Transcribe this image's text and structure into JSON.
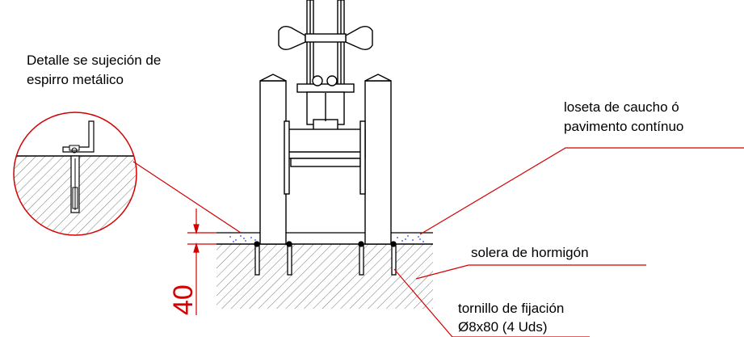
{
  "detail_title_line1": "Detalle se sujeción de",
  "detail_title_line2": "espirro metálico",
  "rubber_label_line1": "loseta de caucho ó",
  "rubber_label_line2": "pavimento contínuo",
  "concrete_label": "solera de hormigón",
  "screw_label_line1": "tornillo de fijación",
  "screw_label_line2": "Ø8x80 (4 Uds)",
  "dimension_value": "40",
  "colors": {
    "line": "#000000",
    "leader": "#d40000",
    "dimension": "#d40000",
    "hatch": "#777777",
    "rubber_dots": "#2a3cff"
  }
}
